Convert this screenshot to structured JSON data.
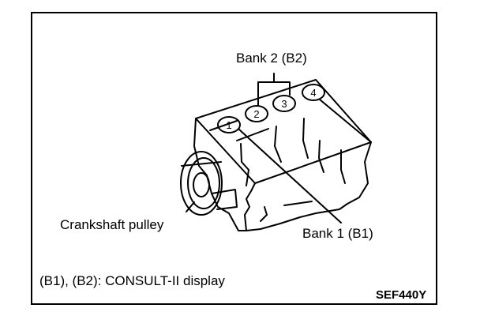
{
  "labels": {
    "bank2": "Bank 2 (B2)",
    "bank1": "Bank 1 (B1)",
    "crankshaft": "Crankshaft pulley",
    "note": "(B1), (B2): CONSULT-II display",
    "figure_code": "SEF440Y"
  },
  "cylinders": [
    "1",
    "2",
    "3",
    "4"
  ]
}
